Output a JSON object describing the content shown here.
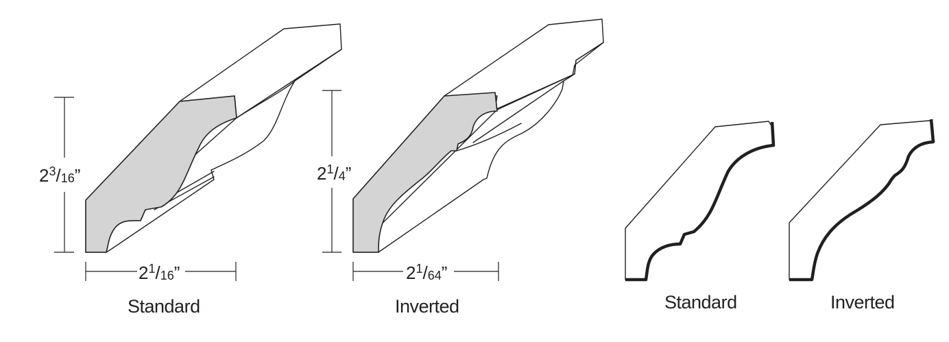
{
  "moldings": [
    {
      "label": "Standard",
      "height": {
        "whole": "2",
        "num": "3",
        "den": "16",
        "unit": "”"
      },
      "width": {
        "whole": "2",
        "num": "1",
        "den": "16",
        "unit": "”"
      }
    },
    {
      "label": "Inverted",
      "height": {
        "whole": "2",
        "num": "1",
        "den": "4",
        "unit": "”"
      },
      "width": {
        "whole": "2",
        "num": "1",
        "den": "64",
        "unit": "”"
      }
    }
  ],
  "profiles": [
    {
      "label": "Standard"
    },
    {
      "label": "Inverted"
    }
  ],
  "colors": {
    "line": "#231f20",
    "end_face": "#d4d4d4",
    "background": "#ffffff"
  }
}
